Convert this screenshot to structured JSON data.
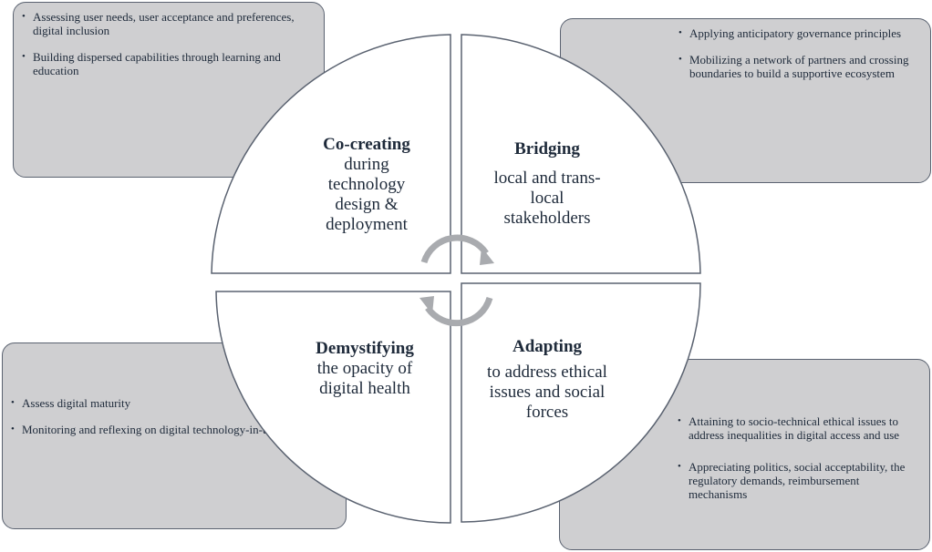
{
  "quadrants": {
    "top_left": {
      "heading": "Co-creating",
      "lines": [
        "during",
        "technology",
        "design &",
        "deployment"
      ]
    },
    "top_right": {
      "heading": "Bridging",
      "lines": [
        "local and trans-",
        "local",
        "stakeholders"
      ]
    },
    "bottom_left": {
      "heading": "Demystifying",
      "lines": [
        "the opacity of",
        "digital health"
      ]
    },
    "bottom_right": {
      "heading": "Adapting",
      "lines": [
        "to address ethical",
        "issues and social",
        "forces"
      ]
    }
  },
  "boxes": {
    "top_left": [
      "Assessing user needs, user acceptance and preferences, digital inclusion",
      "Building dispersed capabilities through learning and education"
    ],
    "top_right": [
      "Applying anticipatory governance principles",
      "Mobilizing a network of partners and crossing boundaries to build a supportive ecosystem"
    ],
    "bottom_left": [
      "Assess digital maturity",
      "Monitoring and reflexing on digital technology-in-use"
    ],
    "bottom_right": [
      "Attaining to socio-technical ethical issues to address inequalities in digital access and use",
      "Appreciating politics, social acceptability, the regulatory demands, reimbursement mechanisms"
    ]
  },
  "colors": {
    "box_fill": "#cfcfd1",
    "box_border": "#5a6270",
    "wheel_stroke": "#5a6270",
    "arrow": "#a9abaf",
    "text": "#1e2a3a"
  },
  "icons": [
    "cycle-arrow-icon"
  ]
}
